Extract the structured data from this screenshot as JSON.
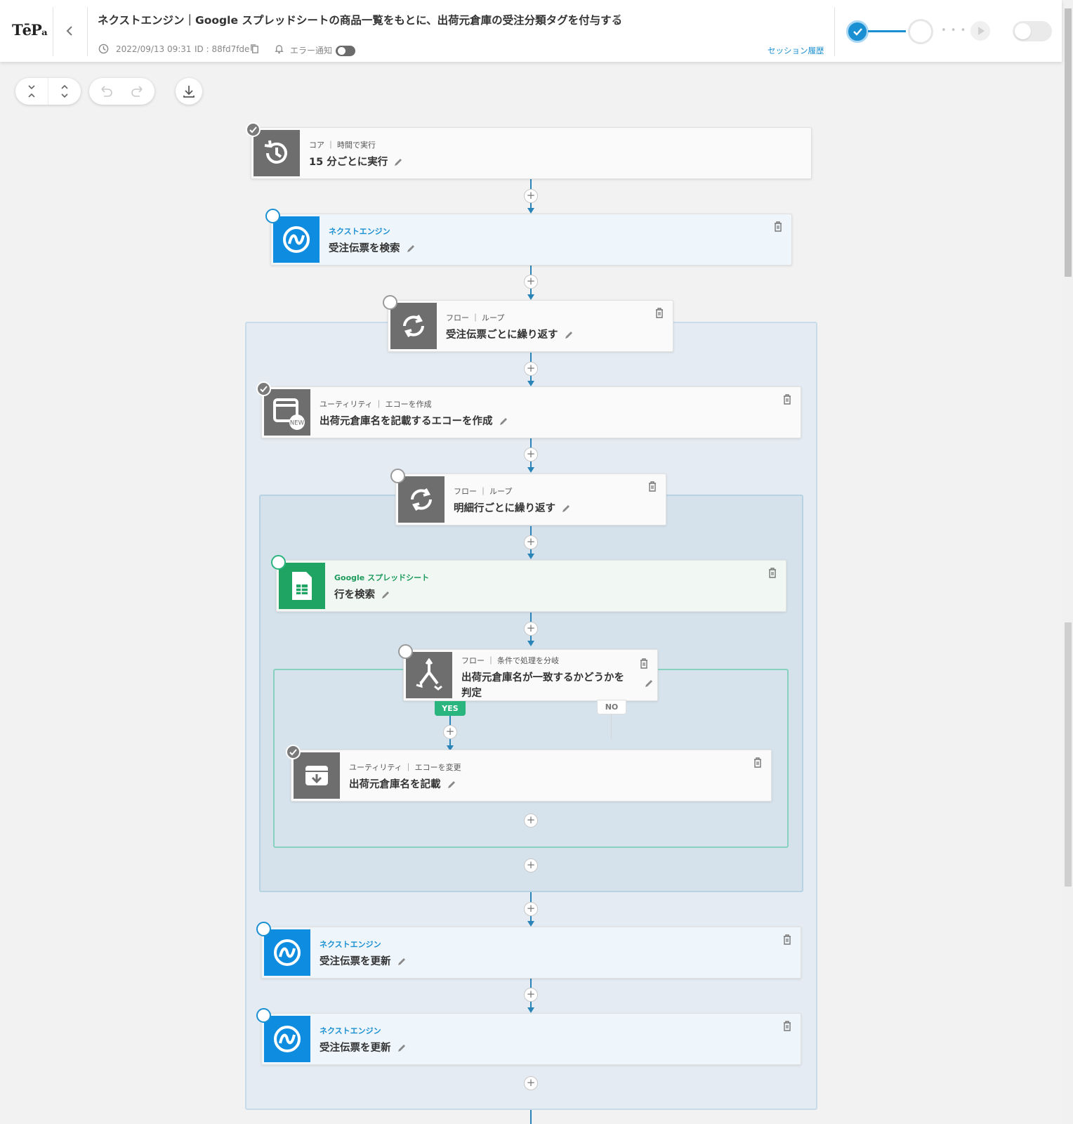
{
  "app": {
    "logo": "TēPₐ"
  },
  "header": {
    "title": "ネクストエンジン｜Google スプレッドシートの商品一覧をもとに、出荷元倉庫の受注分類タグを付与する",
    "timestamp": "2022/09/13 09:31",
    "id_text": "ID : 88fd7fde",
    "error_notify_label": "エラー通知",
    "session_history": "セッション履歴",
    "step_dots": "• • • •"
  },
  "cards": {
    "trigger": {
      "sub": "コア ｜ 時間で実行",
      "title": "15 分ごとに実行"
    },
    "ne_search": {
      "sub": "ネクストエンジン",
      "title": "受注伝票を検索"
    },
    "loop_orders": {
      "sub": "フロー ｜ ループ",
      "title": "受注伝票ごとに繰り返す"
    },
    "echo_create": {
      "sub": "ユーティリティ ｜ エコーを作成",
      "title": "出荷元倉庫名を記載するエコーを作成"
    },
    "loop_lines": {
      "sub": "フロー ｜ ループ",
      "title": "明細行ごとに繰り返す"
    },
    "gs_search": {
      "sub": "Google スプレッドシート",
      "title": "行を検索"
    },
    "branch": {
      "sub": "フロー ｜ 条件で処理を分岐",
      "title": "出荷元倉庫名が一致するかどうかを判定"
    },
    "echo_change": {
      "sub": "ユーティリティ ｜ エコーを変更",
      "title": "出荷元倉庫名を記載"
    },
    "ne_update_1": {
      "sub": "ネクストエンジン",
      "title": "受注伝票を更新"
    },
    "ne_update_2": {
      "sub": "ネクストエンジン",
      "title": "受注伝票を更新"
    }
  },
  "branch_labels": {
    "yes": "YES",
    "no": "NO"
  },
  "new_badge": "NEW",
  "plus": "+",
  "colors": {
    "accent": "#1a8fd2",
    "nextengine": "#0e8de0",
    "sheets": "#1fa463",
    "yes": "#2bb57e"
  }
}
